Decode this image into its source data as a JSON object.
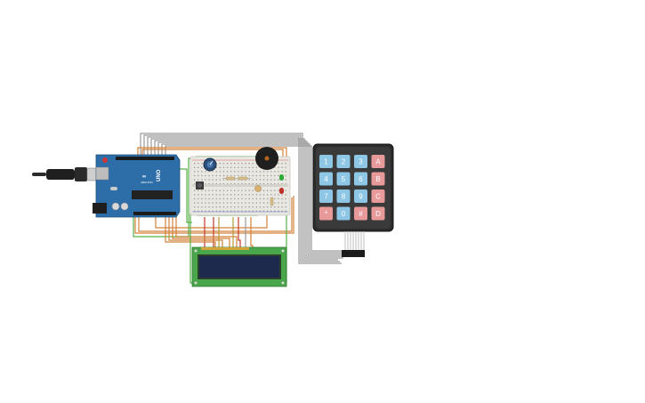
{
  "arduino": {
    "board_label": "UNO",
    "brand_label": "ARDUINO"
  },
  "keypad": {
    "rows": [
      [
        "1",
        "2",
        "3",
        "A"
      ],
      [
        "4",
        "5",
        "6",
        "B"
      ],
      [
        "7",
        "8",
        "9",
        "C"
      ],
      [
        "*",
        "0",
        "#",
        "D"
      ]
    ],
    "digit_color": "#8ec6e6",
    "letter_color": "#e89a9a"
  },
  "colors": {
    "arduino_board": "#2d6ea8",
    "lcd_pcb": "#4aa64a",
    "lcd_screen": "#1d2a4d",
    "keypad_body": "#2b2b2b",
    "wire_gray": "#9a9a9a",
    "wire_orange": "#d2823a",
    "wire_green": "#5ab04a",
    "wire_red": "#c03a2a"
  }
}
